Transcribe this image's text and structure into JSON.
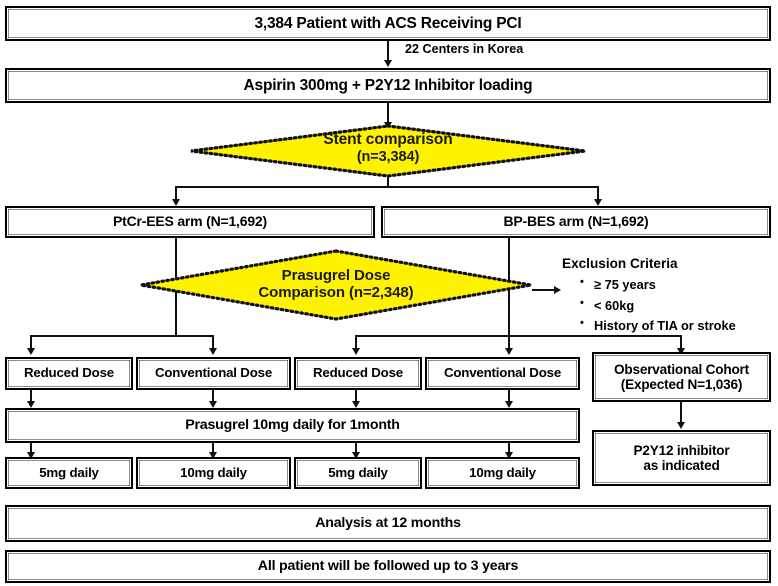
{
  "diagram": {
    "title": "Study Flow Diagram",
    "accent_color": "#FFF200",
    "line_color": "#111111",
    "box_border_color": "#000000",
    "background": "#FFFFFF"
  },
  "nodes": {
    "enrollment": "3,384 Patient with ACS Receiving PCI",
    "centers_label": "22 Centers in Korea",
    "loading": "Aspirin 300mg +  P2Y12 Inhibitor loading",
    "stent_comparison": {
      "line1": "Stent comparison",
      "line2": "(n=3,384)"
    },
    "arms": [
      "PtCr-EES arm (N=1,692)",
      "BP-BES arm (N=1,692)"
    ],
    "prasugrel_comparison": {
      "line1": "Prasugrel Dose",
      "line2": "Comparison (n=2,348)"
    },
    "dose_boxes": [
      "Reduced Dose",
      "Conventional Dose",
      "Reduced Dose",
      "Conventional Dose"
    ],
    "prasugrel_bar": "Prasugrel 10mg daily for 1month",
    "daily_boxes": [
      "5mg daily",
      "10mg daily",
      "5mg daily",
      "10mg daily"
    ],
    "observational": {
      "line1": "Observational Cohort",
      "line2": "(Expected N=1,036)"
    },
    "p2y12_inhibitor": {
      "line1": "P2Y12 inhibitor",
      "line2": "as indicated"
    },
    "analysis": "Analysis at 12 months",
    "followup": "All patient will be followed up to 3 years"
  },
  "exclusion": {
    "title": "Exclusion Criteria",
    "items": [
      "≥ 75 years",
      "< 60kg",
      "History of TIA or stroke"
    ]
  }
}
